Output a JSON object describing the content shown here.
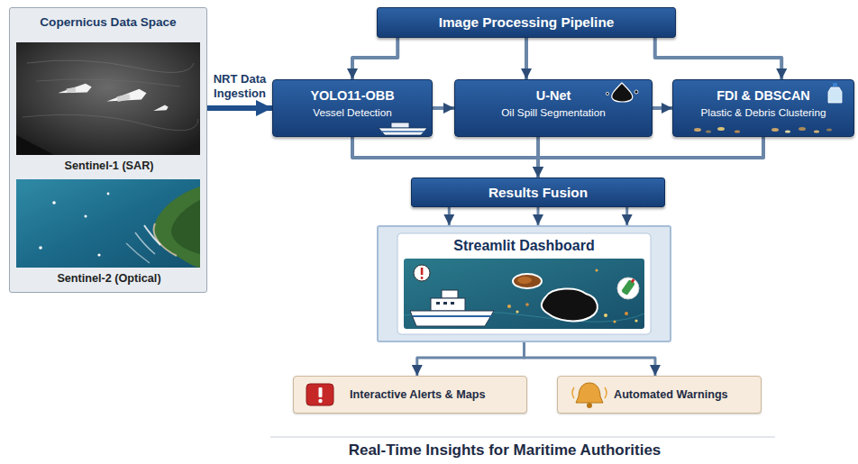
{
  "diagram": {
    "caption": "Real-Time Insights for Maritime Authorities",
    "nodes": [
      {
        "text": [
          "Copernicus Data Space"
        ]
      },
      {
        "text": [
          "Sentinel-1 (SAR)"
        ],
        "in": 0
      },
      {
        "text": [
          "Sentinel-2 (Optical)"
        ],
        "in": 0
      },
      {
        "text": [
          "Image Processing Pipeline"
        ]
      },
      {
        "text": [
          "YOLO11-OBB",
          "Vessel Detection"
        ]
      },
      {
        "text": [
          "U-Net",
          "Oil Spill Segmentation"
        ]
      },
      {
        "text": [
          "FDI & DBSCAN",
          "Plastic & Debris Clustering"
        ]
      },
      {
        "text": [
          "Results Fusion"
        ]
      },
      {
        "text": [
          "Streamlit Dashboard"
        ]
      },
      {
        "text": [
          "Interactive Alerts & Maps"
        ]
      },
      {
        "text": [
          "Automated Warnings"
        ]
      }
    ],
    "edges": [
      {
        "from": 0,
        "to": 4,
        "arrow": "to",
        "label": "NRT Data Ingestion"
      },
      {
        "from": 3,
        "to": 4,
        "arrow": "to"
      },
      {
        "from": 3,
        "to": 5,
        "arrow": "to"
      },
      {
        "from": 3,
        "to": 6,
        "arrow": "to"
      },
      {
        "from": 4,
        "to": 5,
        "arrow": "to"
      },
      {
        "from": 5,
        "to": 6,
        "arrow": "to"
      },
      {
        "from": 4,
        "to": 7,
        "arrow": "to"
      },
      {
        "from": 5,
        "to": 7,
        "arrow": "to"
      },
      {
        "from": 6,
        "to": 7,
        "arrow": "to"
      },
      {
        "from": 7,
        "to": 8,
        "arrow": "to"
      },
      {
        "from": 7,
        "to": 8,
        "arrow": "to"
      },
      {
        "from": 7,
        "to": 8,
        "arrow": "to"
      },
      {
        "from": 8,
        "to": 9,
        "arrow": "to"
      },
      {
        "from": 8,
        "to": 10,
        "arrow": "to"
      }
    ]
  }
}
